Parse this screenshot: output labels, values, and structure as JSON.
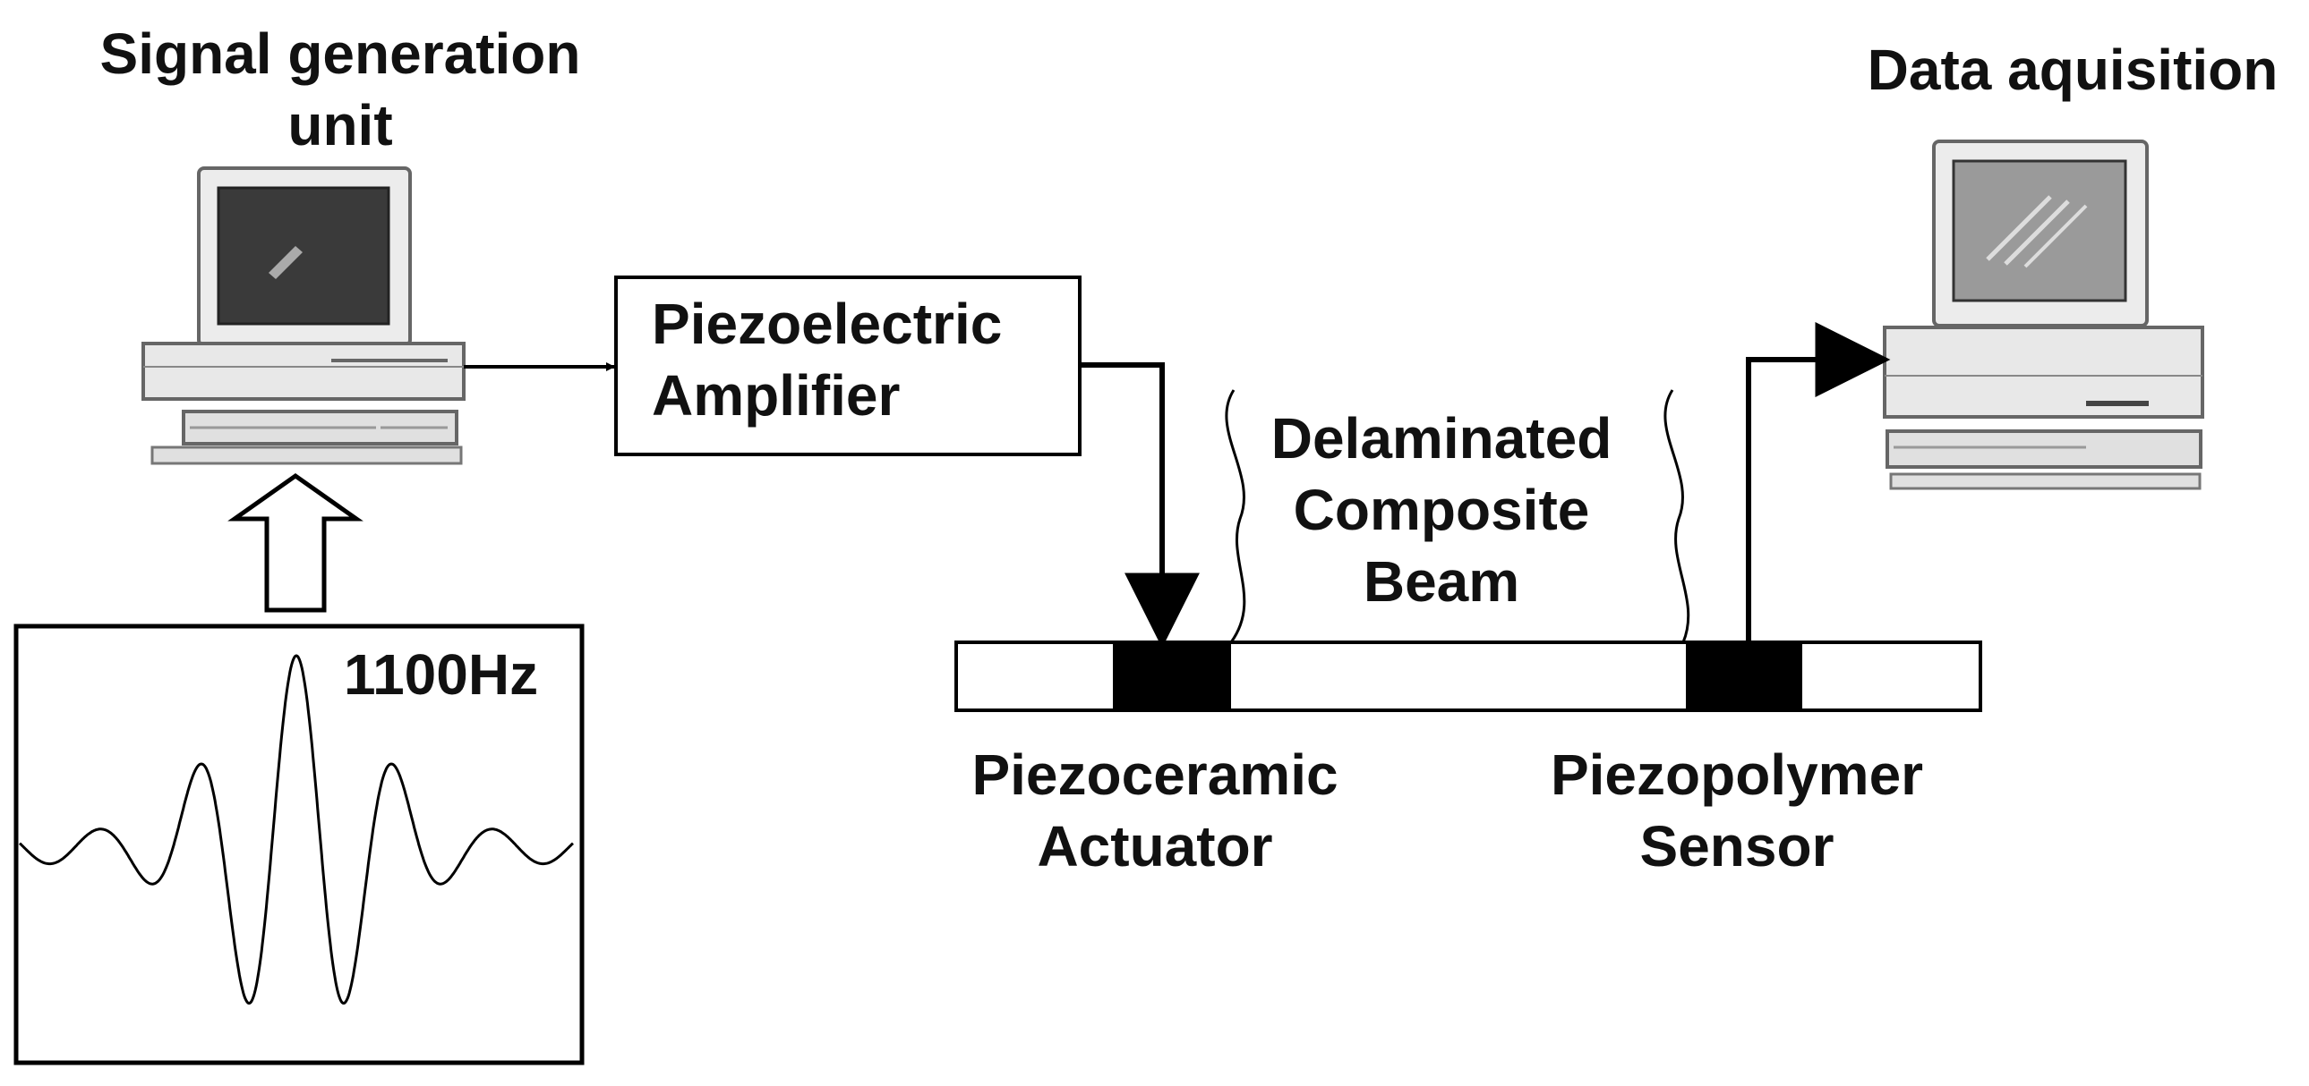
{
  "labels": {
    "signal_generation": [
      "Signal generation",
      "unit"
    ],
    "data_acquisition": "Data aquisition",
    "amplifier": [
      "Piezoelectric",
      "Amplifier"
    ],
    "beam": [
      "Delaminated",
      "Composite",
      "Beam"
    ],
    "actuator": [
      "Piezoceramic",
      "Actuator"
    ],
    "sensor": [
      "Piezopolymer",
      "Sensor"
    ],
    "frequency": "1100Hz"
  },
  "icons": [
    "computer-icon",
    "computer-icon",
    "hollow-up-arrow-icon"
  ],
  "colors": {
    "line": "#000000",
    "patch": "#000000",
    "screen": "#3a3a3a",
    "case": "#e9e9e9"
  }
}
